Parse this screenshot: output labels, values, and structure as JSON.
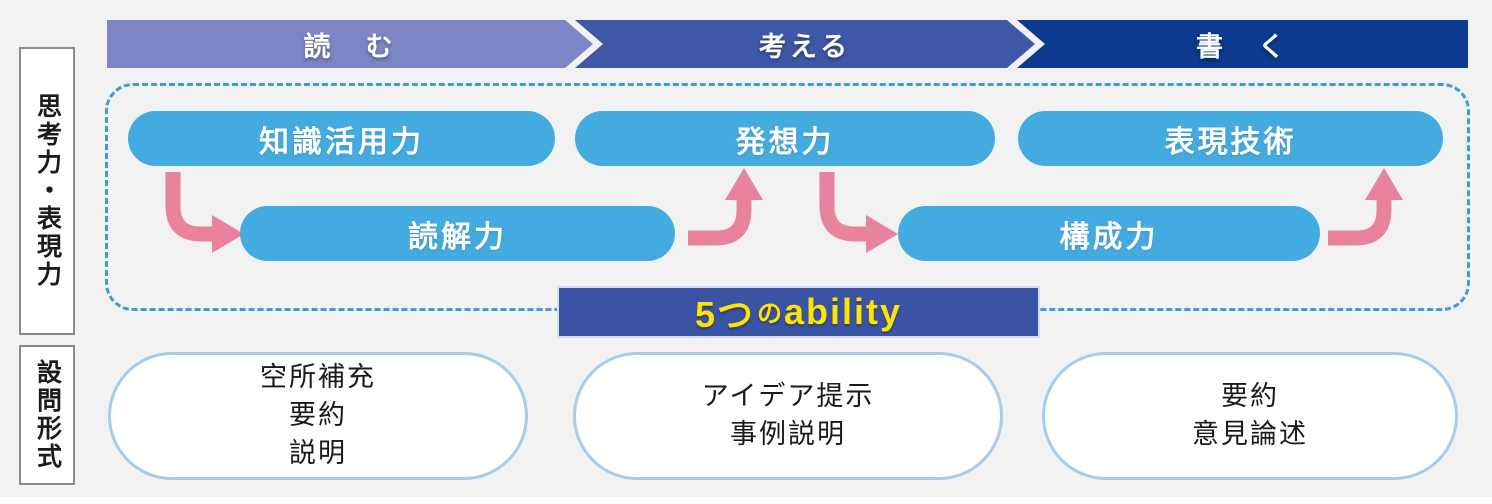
{
  "page": {
    "background_color": "#f2f2f3",
    "description_colors": {
      "pill_blue": "#44abe1",
      "arrow_pink": "#e9839d",
      "dashed_border_blue": "#3e9bd8",
      "banner_yellow_text": "#ffe400"
    }
  },
  "row_labels": [
    {
      "label": "思考力・表現力"
    },
    {
      "label": "設問形式"
    }
  ],
  "process_steps": [
    {
      "label": "読　む",
      "color": "#7d85c5"
    },
    {
      "label": "考える",
      "color": "#3e57a6"
    },
    {
      "label": "書　く",
      "color": "#0b3a8e"
    }
  ],
  "abilities": {
    "top_row": [
      {
        "label": "知識活用力"
      },
      {
        "label": "発想力"
      },
      {
        "label": "表現技術"
      }
    ],
    "bottom_row": [
      {
        "label": "読解力"
      },
      {
        "label": "構成力"
      }
    ]
  },
  "ability_banner": {
    "label": "5つのability",
    "parts": [
      "5つ",
      "の",
      "ability"
    ],
    "background": "#3a53a3"
  },
  "question_formats": [
    {
      "lines": [
        "空所補充",
        "要約",
        "説明"
      ]
    },
    {
      "lines": [
        "アイデア提示",
        "事例説明"
      ]
    },
    {
      "lines": [
        "要約",
        "意見論述"
      ]
    }
  ]
}
